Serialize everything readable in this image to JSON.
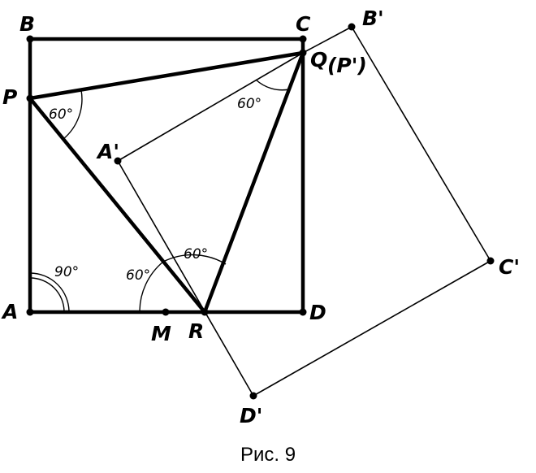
{
  "caption": "Рис. 9",
  "labels": {
    "A": "A",
    "B": "B",
    "C": "C",
    "D": "D",
    "P": "P",
    "Q": "Q",
    "P_prime": "(P')",
    "R": "R",
    "M": "M",
    "A_prime": "A'",
    "B_prime": "B'",
    "C_prime": "C'",
    "D_prime": "D'"
  },
  "angles": {
    "at_A": "90°",
    "at_P": "60°",
    "at_Q": "60°",
    "at_R_left": "60°",
    "at_R_right": "60°"
  }
}
